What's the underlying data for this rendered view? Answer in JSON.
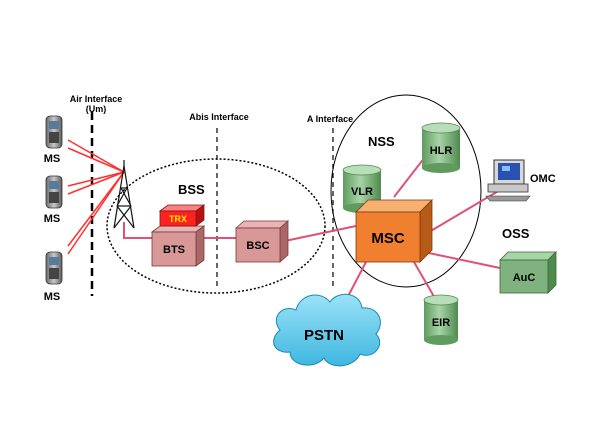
{
  "interfaces": {
    "air_line1": "Air Interface",
    "air_line2": "(Um)",
    "abis": "Abis Interface",
    "a": "A Interface"
  },
  "groups": {
    "bss": "BSS",
    "nss": "NSS",
    "oss": "OSS"
  },
  "ms_labels": [
    "MS",
    "MS",
    "MS"
  ],
  "nodes": {
    "trx": "TRX",
    "bts": "BTS",
    "bsc": "BSC",
    "msc": "MSC",
    "hlr": "HLR",
    "vlr": "VLR",
    "eir": "EIR",
    "auc": "AuC",
    "omc": "OMC",
    "pstn": "PSTN"
  },
  "colors": {
    "link": "#e0507a",
    "radio": "#ff3030",
    "bts_box": "#d89898",
    "trx_box": "#ff2020",
    "trx_top": "#ffee00",
    "msc_box": "#f08030",
    "db_green": "#88b888",
    "auc_box": "#7fb27f",
    "pstn_cloud": "#66ccee"
  }
}
